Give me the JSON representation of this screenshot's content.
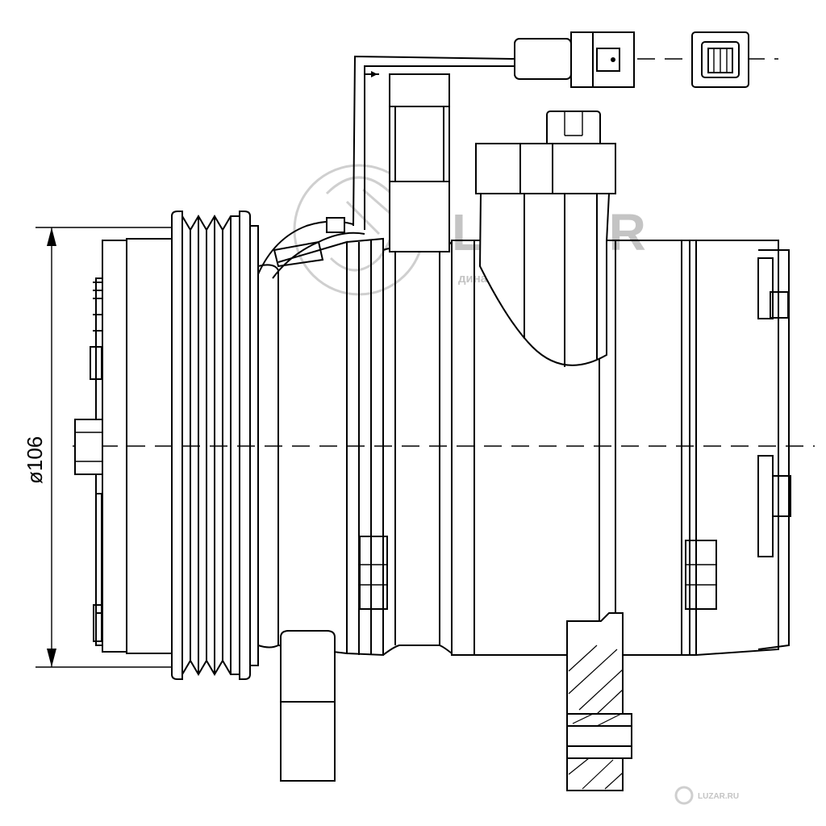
{
  "dimension": {
    "label": "ø106"
  },
  "watermark": {
    "brand": "LUZAR",
    "tagline": "динамика авто техники",
    "corner_text": "LUZAR.RU",
    "colors": {
      "watermark": "#c9c9c9",
      "line": "#000000"
    }
  },
  "icons": {
    "logo": "luzar-logo-icon",
    "connector": "electrical-connector-icon",
    "pulley": "belt-pulley-icon"
  }
}
